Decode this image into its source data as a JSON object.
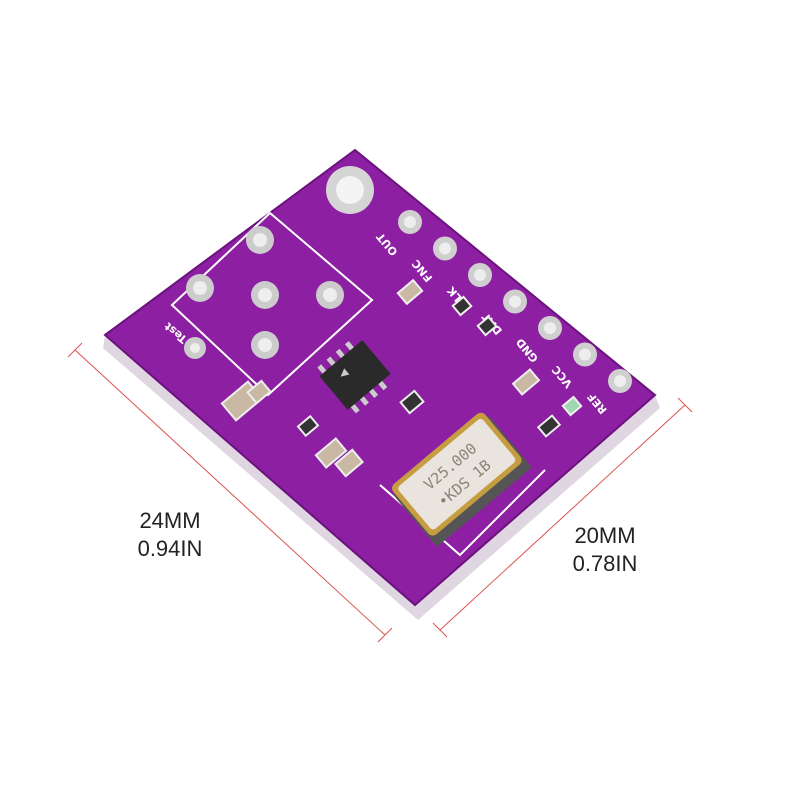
{
  "colors": {
    "board": "#8d1fa3",
    "board_edge": "#6a137c",
    "dimension_line": "#d9534f",
    "pad": "#d8d8d8"
  },
  "pin_labels": [
    "OUT",
    "FNC",
    "CLK",
    "DAT",
    "GND",
    "VCC",
    "REF"
  ],
  "test_label": "Test",
  "crystal": {
    "line1": "V25.000",
    "line2": "•KDS 1B"
  },
  "dimensions": {
    "length": {
      "mm": "24MM",
      "inch": "0.94IN"
    },
    "width": {
      "mm": "20MM",
      "inch": "0.78IN"
    }
  }
}
